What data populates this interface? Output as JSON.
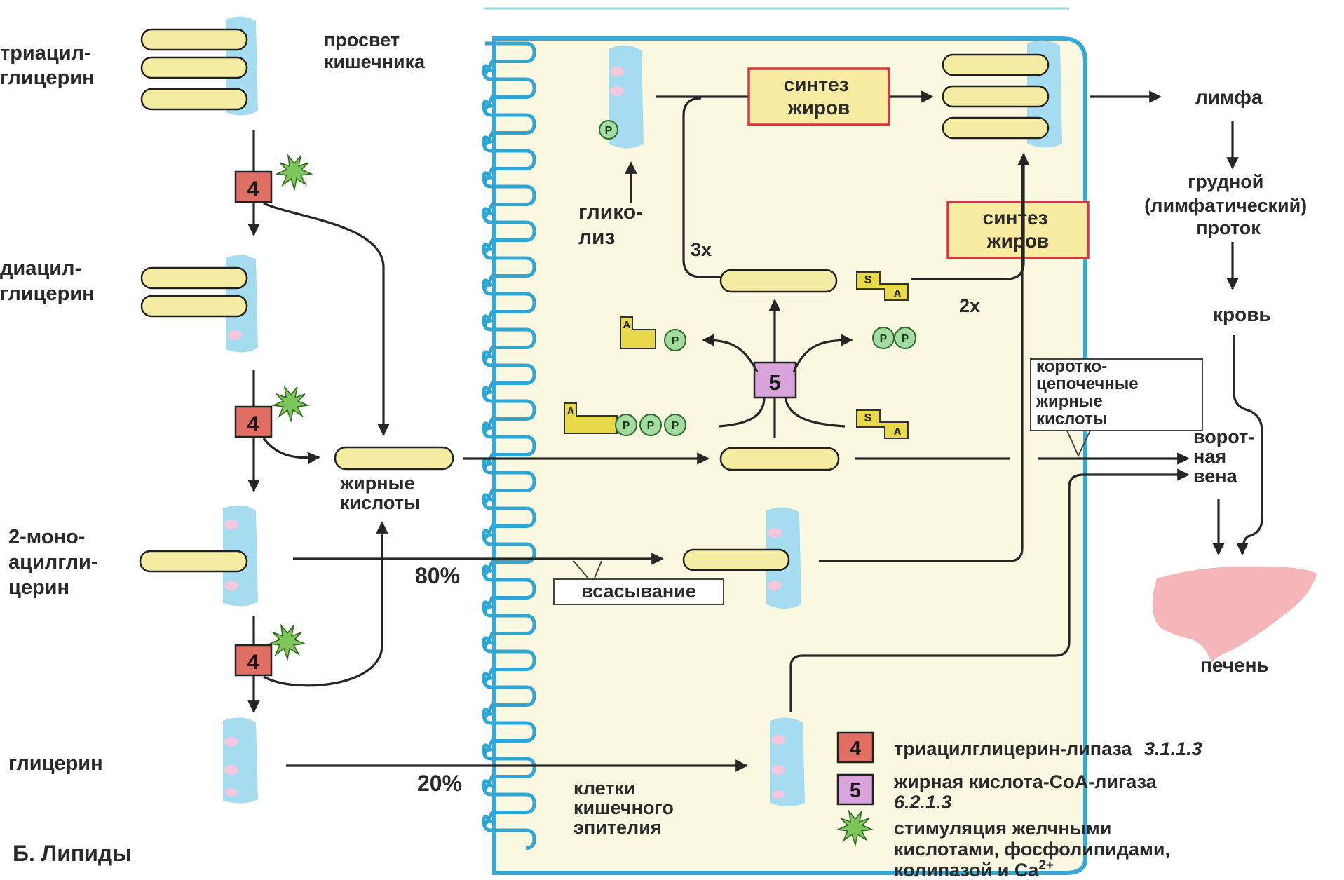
{
  "labels": {
    "triacyl": [
      "триацил-",
      "глицерин"
    ],
    "diacyl": [
      "диацил-",
      "глицерин"
    ],
    "monoacyl": [
      "2-моно-",
      "ацилгли-",
      "церин"
    ],
    "glycerol": "глицерин",
    "lumen": [
      "просвет",
      "кишечника"
    ],
    "fatty_acids": [
      "жирные",
      "кислоты"
    ],
    "glycolysis": [
      "глико-",
      "лиз"
    ],
    "synth1": [
      "синтез",
      "жиров"
    ],
    "synth2": [
      "синтез",
      "жиров"
    ],
    "times3": "3x",
    "times2": "2x",
    "lymph": "лимфа",
    "thoracic": [
      "грудной",
      "(лимфатический)",
      "проток"
    ],
    "blood": "кровь",
    "short_chain": [
      "коротко-",
      "цепочечные",
      "жирные",
      "кислоты"
    ],
    "portal": [
      "ворот-",
      "ная",
      "вена"
    ],
    "liver": "печень",
    "absorption": "всасывание",
    "pct80": "80%",
    "pct20": "20%",
    "cells": [
      "клетки",
      "кишечного",
      "эпителия"
    ],
    "title": "Б. Липиды"
  },
  "enzymes": {
    "e4": "4",
    "e5": "5"
  },
  "glyphs": {
    "P": "P",
    "S": "S",
    "A": "A"
  },
  "legend": {
    "item4_num": "4",
    "item4_name": "триацилглицерин-липаза",
    "item4_ec": "3.1.1.3",
    "item5_num": "5",
    "item5_name": "жирная кислота-CoA-лигаза",
    "item5_ec": "6.2.1.3",
    "stim_lines": [
      "стимуляция желчными",
      "кислотами, фосфолипидами,",
      "колипазой и Ca"
    ],
    "stim_sup": "2+"
  },
  "colors": {
    "enzyme4": "#e06e63",
    "enzyme5": "#d9a3dc",
    "membrane": "#a6dcf0",
    "cell_fill": "#fbf8e2",
    "liver": "#f5b6b9",
    "star": "#7fc65a"
  }
}
